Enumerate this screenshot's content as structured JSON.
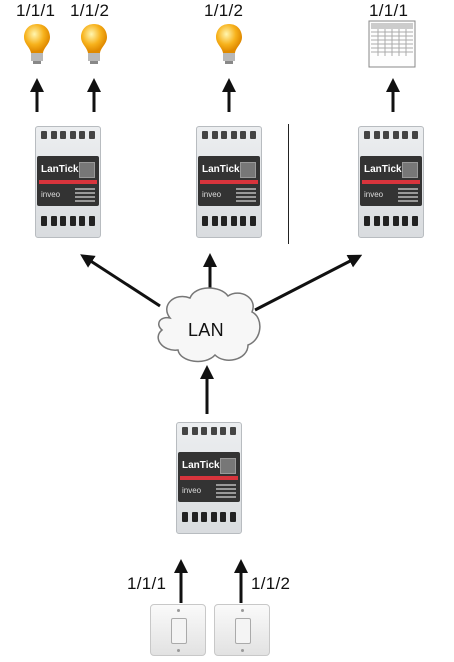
{
  "labels": {
    "top_bulb1": "1/1/1",
    "top_bulb2": "1/1/2",
    "top_bulb3": "1/1/2",
    "top_blind": "1/1/1",
    "switch_left": "1/1/1",
    "switch_right": "1/1/2"
  },
  "network": {
    "cloud_label": "LAN"
  },
  "device": {
    "brand": "LanTick",
    "maker": "inveo"
  }
}
